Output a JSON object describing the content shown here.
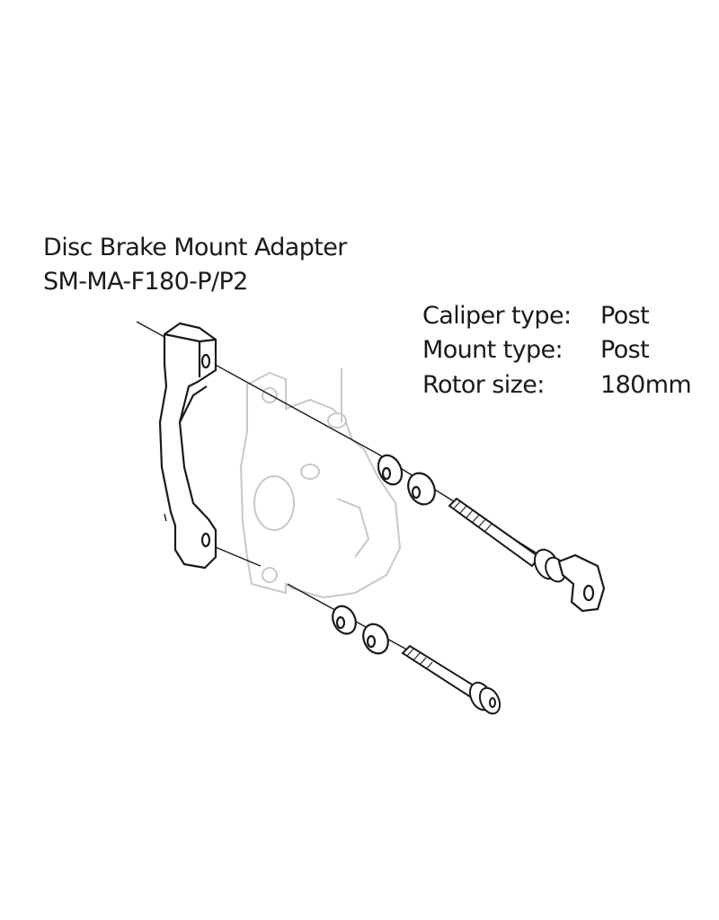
{
  "title": {
    "name": "Disc Brake Mount Adapter",
    "model": "SM-MA-F180-P/P2"
  },
  "specs": [
    {
      "label": "Caliper type:",
      "value": "Post"
    },
    {
      "label": "Mount type:",
      "value": "Post"
    },
    {
      "label": "Rotor size:",
      "value": "180mm"
    }
  ],
  "colors": {
    "line": "#1a1a1a",
    "ghost": "#c8c8c8"
  }
}
